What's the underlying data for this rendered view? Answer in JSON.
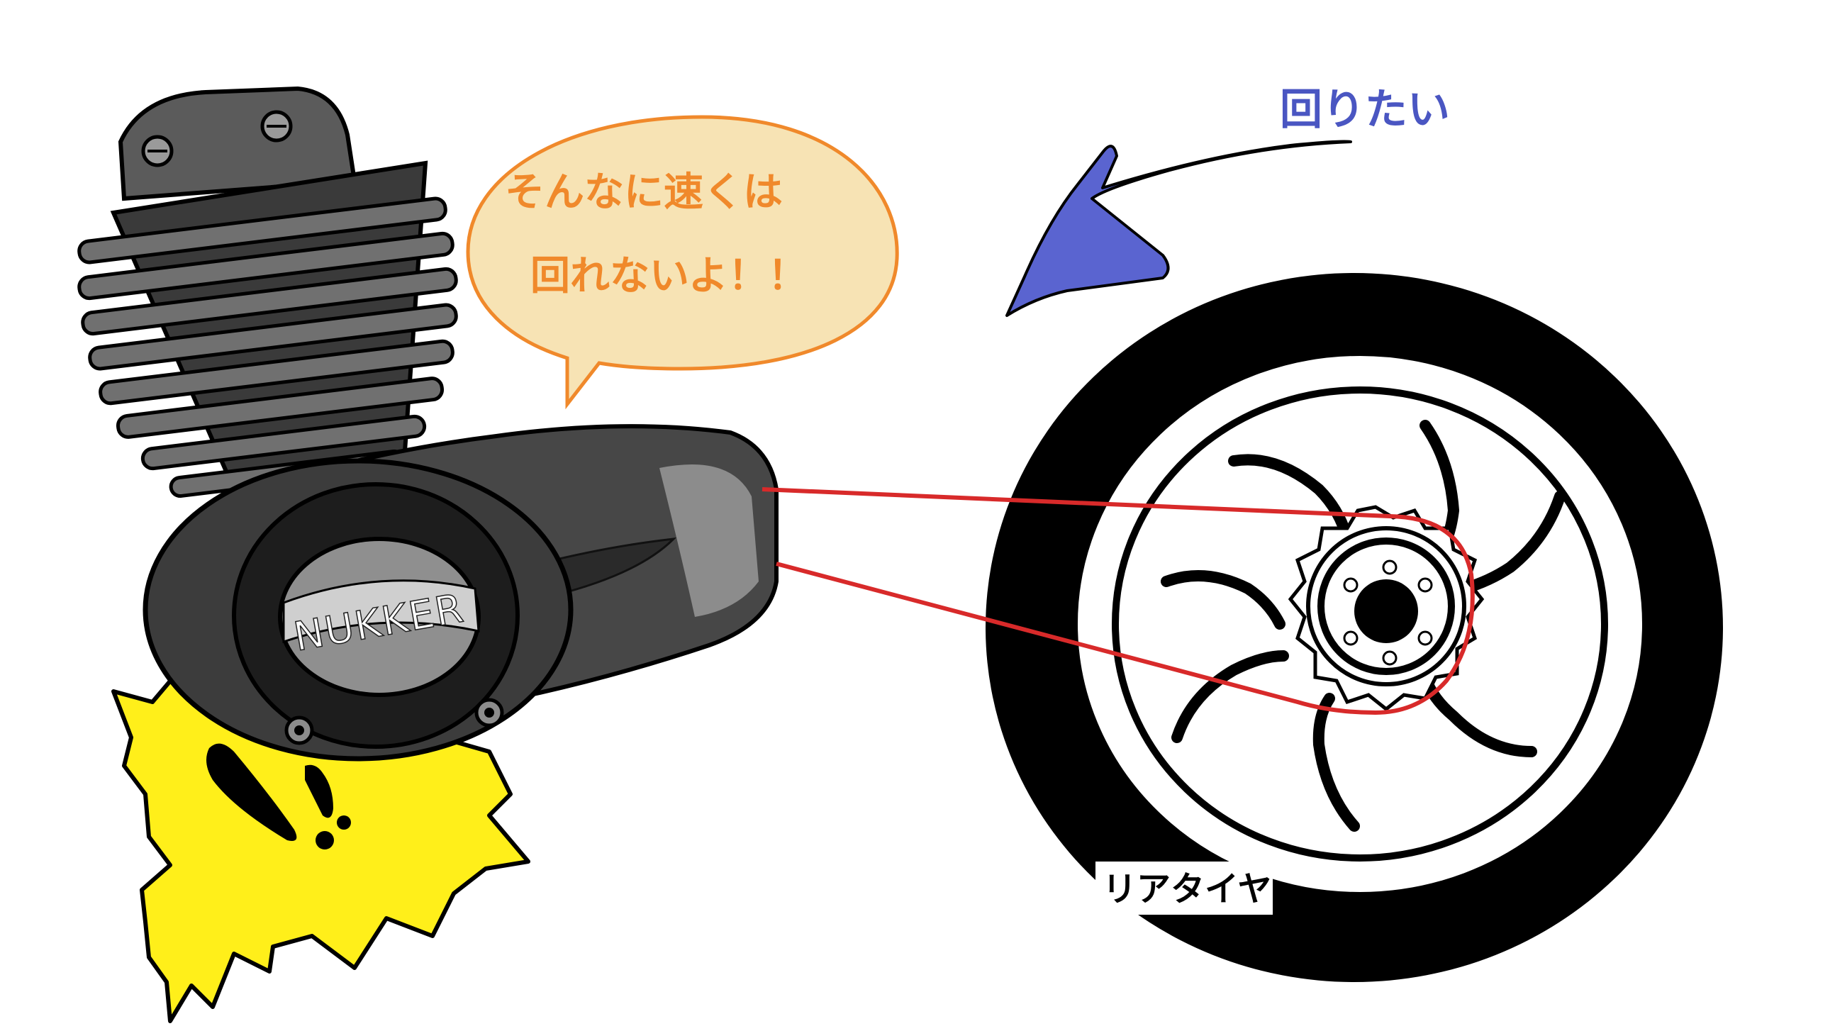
{
  "speech_bubble": {
    "line1": "そんなに速くは",
    "line2": "回れないよ！！",
    "fill": "#f7e3b4",
    "border": "#f0892b",
    "text_color": "#f0892b"
  },
  "desire": {
    "text": "回りたい",
    "color": "#4a56c2",
    "arrow_color": "#5a64d0"
  },
  "engine": {
    "brand": "NUKKER",
    "color_dark": "#3a3a3a",
    "color_mid": "#5b5b5b",
    "color_light": "#8c8c8c"
  },
  "tire": {
    "label": "リアタイヤ",
    "color": "#000000"
  },
  "chain": {
    "color": "#d82a2a"
  },
  "impact": {
    "color": "#ffef1a"
  }
}
